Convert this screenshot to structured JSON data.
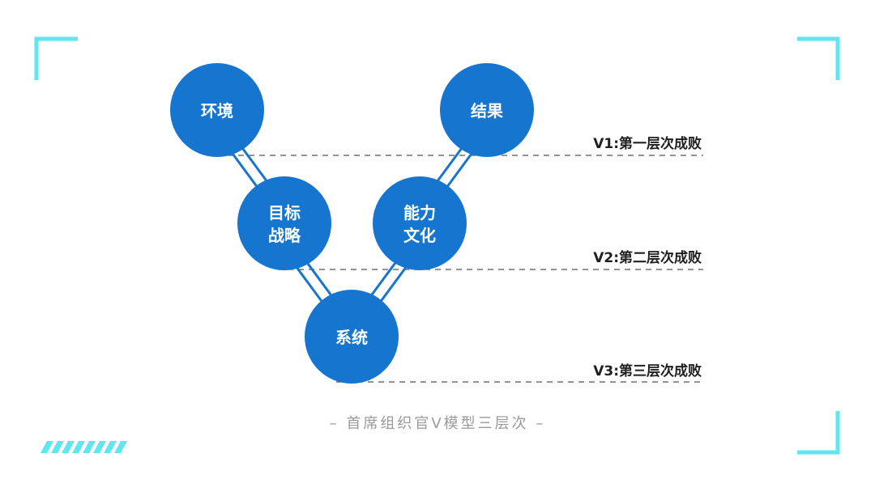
{
  "nodes": [
    {
      "id": "environment",
      "lines": [
        "环境"
      ]
    },
    {
      "id": "result",
      "lines": [
        "结果"
      ]
    },
    {
      "id": "goal-strategy",
      "lines": [
        "目标",
        "战略"
      ]
    },
    {
      "id": "capability-culture",
      "lines": [
        "能力",
        "文化"
      ]
    },
    {
      "id": "system",
      "lines": [
        "系统"
      ]
    }
  ],
  "levels": [
    {
      "label": "V1:第一层次成败"
    },
    {
      "label": "V2:第二层次成败"
    },
    {
      "label": "V3:第三层次成败"
    }
  ],
  "caption": "– 首席组织官V模型三层次 –",
  "colors": {
    "node_fill": "#1676cf",
    "node_gap": "#ffffff",
    "accent": "#5fe6ee",
    "dashed_line": "#555555",
    "caption_text": "#9a9a9a"
  }
}
